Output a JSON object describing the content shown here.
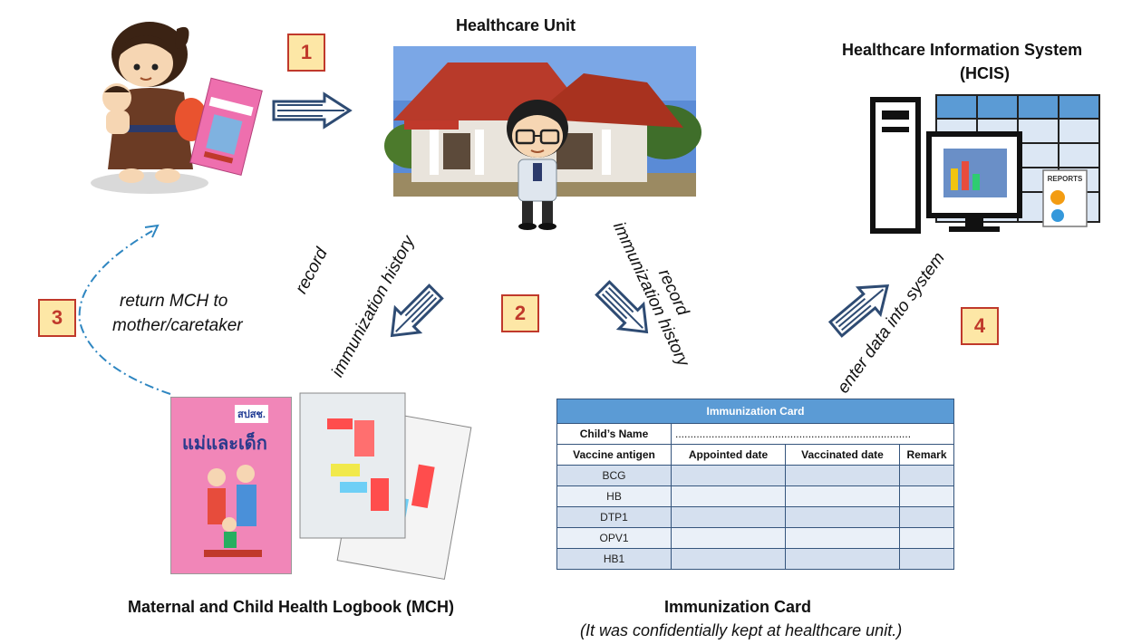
{
  "steps": {
    "s1": "1",
    "s2": "2",
    "s3": "3",
    "s4": "4"
  },
  "headings": {
    "healthcare_unit": "Healthcare Unit",
    "hcis_line1": "Healthcare Information System",
    "hcis_line2": "(HCIS)",
    "mch": "Maternal and Child Health Logbook (MCH)",
    "card": "Immunization Card",
    "card_note": "(It was confidentially kept at healthcare unit.)"
  },
  "labels": {
    "return_line1": "return MCH to",
    "return_line2": "mother/caretaker",
    "record_left_line1": "record",
    "record_left_line2": "immunization history",
    "record_right_line1": "record",
    "record_right_line2": "immunization history",
    "enter_data": "enter data into system"
  },
  "card": {
    "title": "Immunization Card",
    "name_label": "Child’s Name",
    "name_dots": "..............................................................................",
    "columns": [
      "Vaccine antigen",
      "Appointed date",
      "Vaccinated date",
      "Remark"
    ],
    "rows": [
      "BCG",
      "HB",
      "DTP1",
      "OPV1",
      "HB1"
    ]
  },
  "book": {
    "logo": "สปสช.",
    "title": "แม่และเด็ก"
  },
  "hcis_reports_label": "REPORTS",
  "colors": {
    "step_border": "#c0392b",
    "step_fill": "#fde7a6",
    "arrow": "#2e4b73",
    "card_header": "#5b9bd5",
    "dashed_arrow": "#2e86c1"
  }
}
